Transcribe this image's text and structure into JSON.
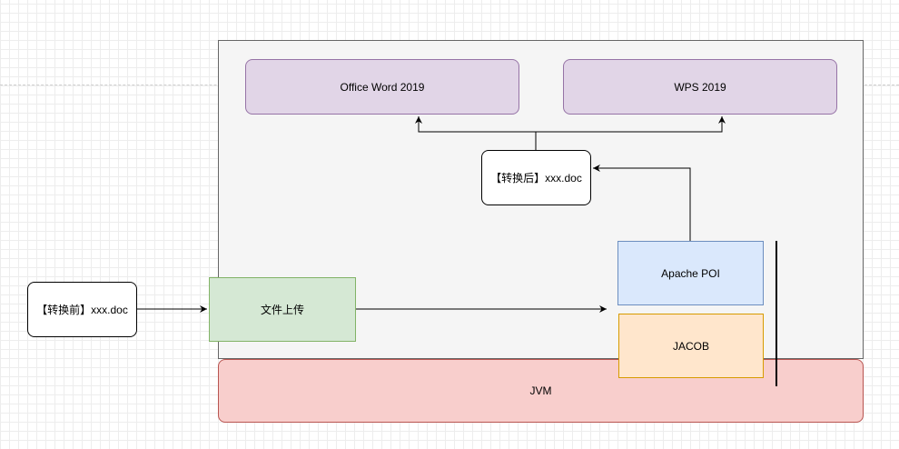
{
  "diagram": {
    "nodes": {
      "office_word": "Office Word 2019",
      "wps": "WPS 2019",
      "after_convert": "【转换后】xxx.doc",
      "before_convert": "【转换前】xxx.doc",
      "file_upload": "文件上传",
      "apache_poi": "Apache POI",
      "jacob": "JACOB",
      "jvm": "JVM"
    },
    "colors": {
      "container_fill": "#f5f5f5",
      "container_stroke": "#666666",
      "purple_fill": "#e1d5e7",
      "purple_stroke": "#9673a6",
      "green_fill": "#d5e8d4",
      "green_stroke": "#82b366",
      "blue_fill": "#dae8fc",
      "blue_stroke": "#6c8ebf",
      "orange_fill": "#ffe6cc",
      "orange_stroke": "#d79b00",
      "red_fill": "#f8cecc",
      "red_stroke": "#b85450",
      "edge": "#000000"
    }
  }
}
